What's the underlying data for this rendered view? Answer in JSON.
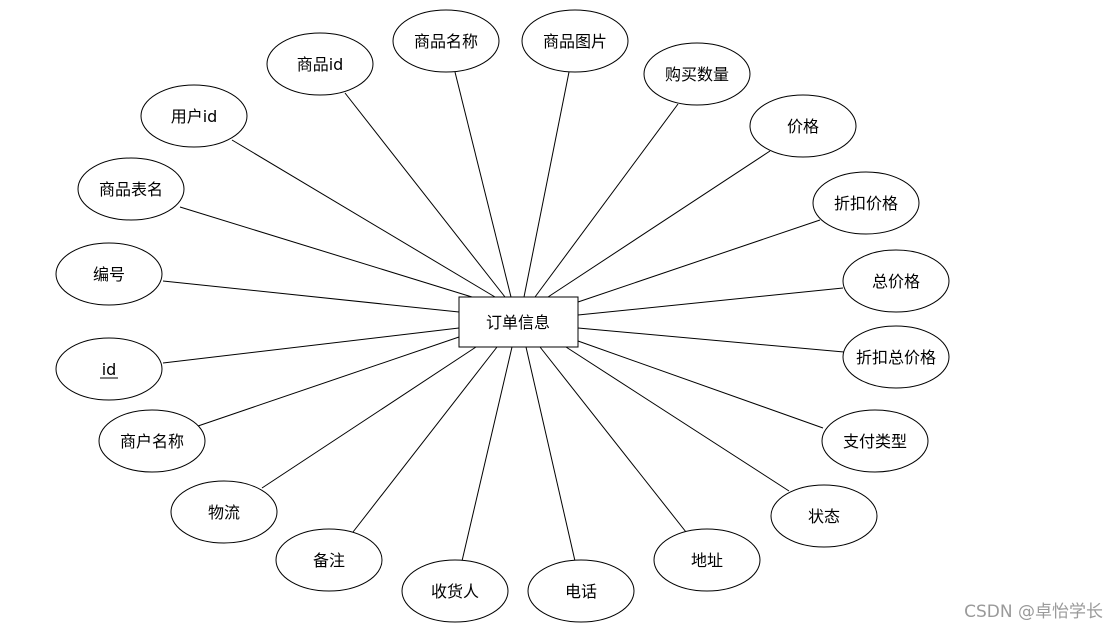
{
  "entity": {
    "label": "订单信息"
  },
  "attributes": [
    {
      "label": "商品名称"
    },
    {
      "label": "商品图片"
    },
    {
      "label": "商品id"
    },
    {
      "label": "购买数量"
    },
    {
      "label": "用户id"
    },
    {
      "label": "价格"
    },
    {
      "label": "商品表名"
    },
    {
      "label": "折扣价格"
    },
    {
      "label": "编号"
    },
    {
      "label": "总价格"
    },
    {
      "label": "折扣总价格"
    },
    {
      "label": "id",
      "primary_key": true
    },
    {
      "label": "商户名称"
    },
    {
      "label": "支付类型"
    },
    {
      "label": "物流"
    },
    {
      "label": "状态"
    },
    {
      "label": "备注"
    },
    {
      "label": "地址"
    },
    {
      "label": "收货人"
    },
    {
      "label": "电话"
    }
  ],
  "watermark": "CSDN @卓怡学长"
}
